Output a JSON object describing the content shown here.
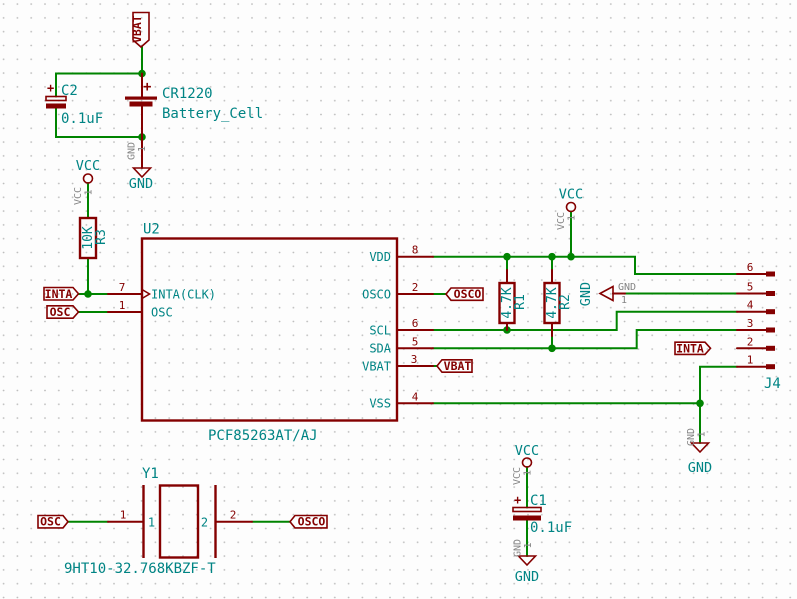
{
  "colors": {
    "wire_green": "#008400",
    "device_red": "#840000",
    "field_teal": "#008484",
    "pin_gray": "#848484",
    "background": "#fdfdfd",
    "grid_dot": "#bcbcbc"
  },
  "components": {
    "c2": {
      "ref": "C2",
      "value": "0.1uF",
      "plus": "+"
    },
    "battery": {
      "ref": "CR1220",
      "value": "Battery_Cell",
      "plus": "+"
    },
    "r3": {
      "ref": "R3",
      "value": "10K"
    },
    "r1": {
      "ref": "R1",
      "value": "4.7K"
    },
    "r2": {
      "ref": "R2",
      "value": "4.7K"
    },
    "u2": {
      "ref": "U2",
      "value": "PCF85263AT/AJ",
      "left_pins": [
        {
          "num": "7",
          "name": "INTA(CLK)"
        },
        {
          "num": "1",
          "name": "OSC"
        }
      ],
      "right_pins": [
        {
          "num": "8",
          "name": "VDD"
        },
        {
          "num": "2",
          "name": "OSCO"
        },
        {
          "num": "6",
          "name": "SCL"
        },
        {
          "num": "5",
          "name": "SDA"
        },
        {
          "num": "3",
          "name": "VBAT"
        },
        {
          "num": "4",
          "name": "VSS"
        }
      ]
    },
    "y1": {
      "ref": "Y1",
      "value": "9HT10-32.768KBZF-T",
      "pins": [
        {
          "num": "1",
          "name": "1"
        },
        {
          "num": "2",
          "name": "2"
        }
      ]
    },
    "c1": {
      "ref": "C1",
      "value": "0.1uF",
      "plus": "+"
    },
    "j4": {
      "ref": "J4",
      "pin_numbers": [
        "6",
        "5",
        "4",
        "3",
        "2",
        "1"
      ]
    }
  },
  "power_flags": {
    "vbat": {
      "label": "VBAT"
    },
    "vcc": {
      "label": "VCC",
      "pin_name": "VCC",
      "pin_num": "1"
    },
    "gnd": {
      "label": "GND",
      "pin_name": "GND",
      "pin_num": "1"
    }
  },
  "net_labels": {
    "inta": "INTA",
    "osc": "OSC",
    "osco": "OSCO",
    "vbat": "VBAT"
  }
}
